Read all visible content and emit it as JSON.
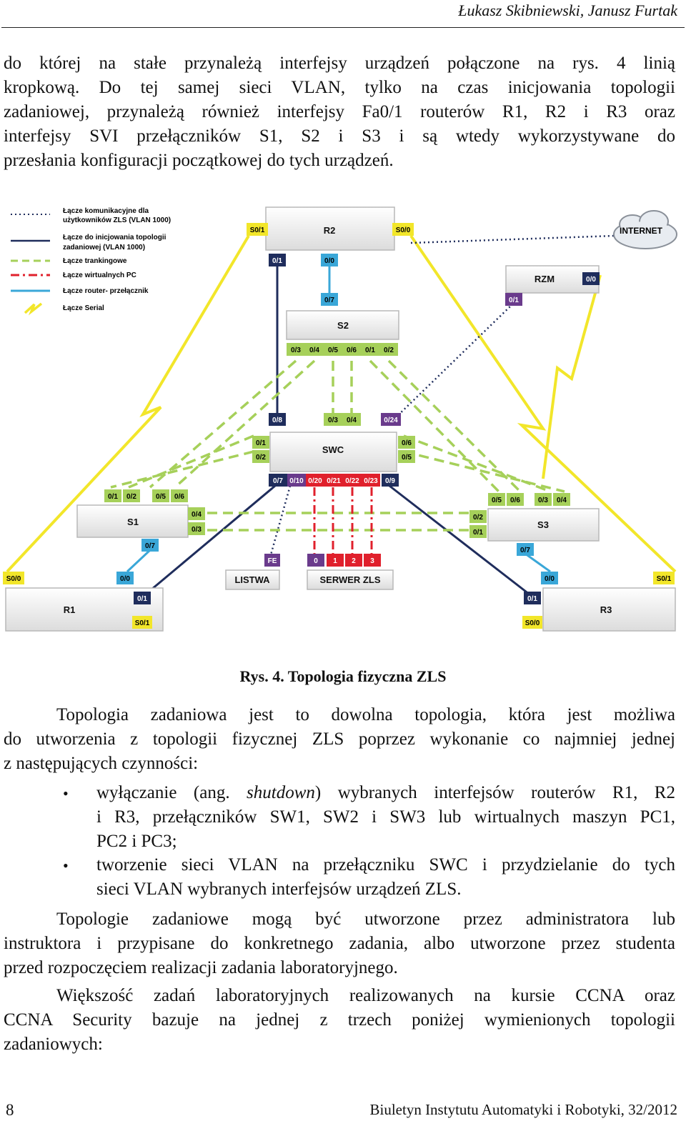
{
  "header": {
    "authors": "Łukasz Skibniewski, Janusz Furtak"
  },
  "intro_lines": [
    "do której na stałe przynależą interfejsy urządzeń połączone na rys. 4 linią",
    "kropkową. Do tej samej sieci VLAN, tylko na czas inicjowania topologii",
    "zadaniowej, przynależą również interfejsy Fa0/1 routerów R1, R2 i R3 oraz",
    "interfejsy SVI przełączników S1, S2 i S3 i są wtedy wykorzystywane do",
    "przesłania konfiguracji początkowej do tych urządzeń."
  ],
  "figure": {
    "legend": [
      {
        "label1": "Łącze komunikacyjne dla",
        "label2": "użytkowników ZLS (VLAN 1000)",
        "style": "dotted",
        "color": "#1f2d5c"
      },
      {
        "label1": "Łącze do inicjowania topologii",
        "label2": "zadaniowej (VLAN 1000)",
        "style": "solid",
        "color": "#1f2d5c"
      },
      {
        "label1": "Łącze trankingowe",
        "label2": "",
        "style": "dashed",
        "color": "#a6d05a"
      },
      {
        "label1": "Łącze wirtualnych PC",
        "label2": "",
        "style": "dashdot",
        "color": "#e0202c"
      },
      {
        "label1": "Łącze router- przełącznik",
        "label2": "",
        "style": "solid",
        "color": "#3aa7d8"
      },
      {
        "label1": "Łącze Serial",
        "label2": "",
        "style": "zigzag",
        "color": "#f2e62a"
      }
    ],
    "devices": {
      "r2": "R2",
      "s2": "S2",
      "swc": "SWC",
      "s1": "S1",
      "s3": "S3",
      "r1": "R1",
      "r3": "R3",
      "rzm": "RZM",
      "listwa": "LISTWA",
      "serwer": "SERWER ZLS",
      "internet": "INTERNET"
    },
    "ports": {
      "r2_s01": "S0/1",
      "r2_s00": "S0/0",
      "r2_01": "0/1",
      "r2_00": "0/0",
      "s2_07": "0/7",
      "s2_bottom": [
        "0/3",
        "0/4",
        "0/5",
        "0/6",
        "0/1",
        "0/2"
      ],
      "swc_top": [
        "0/8",
        "0/3",
        "0/4",
        "0/24"
      ],
      "swc_left": [
        "0/1",
        "0/2"
      ],
      "swc_right": [
        "0/6",
        "0/5"
      ],
      "swc_bottom": [
        "0/7",
        "0/10",
        "0/20",
        "0/21",
        "0/22",
        "0/23",
        "0/9"
      ],
      "s1_top": [
        "0/1",
        "0/2",
        "0/5",
        "0/6"
      ],
      "s1_right": [
        "0/4",
        "0/3"
      ],
      "s1_07": "0/7",
      "s3_top": [
        "0/5",
        "0/6",
        "0/3",
        "0/4"
      ],
      "s3_left": [
        "0/2",
        "0/1"
      ],
      "s3_07": "0/7",
      "rzm_00": "0/0",
      "rzm_01": "0/1",
      "listwa_fe": "FE",
      "serwer": [
        "0",
        "1",
        "2",
        "3"
      ],
      "r1_s00": "S0/0",
      "r1_00": "0/0",
      "r1_01": "0/1",
      "r1_s01": "S0/1",
      "r3_00": "0/0",
      "r3_s01": "S0/1",
      "r3_01": "0/1",
      "r3_s00": "S0/0"
    },
    "caption": "Rys. 4. Topologia fizyczna ZLS"
  },
  "para2_lines": [
    "Topologia zadaniowa jest to dowolna topologia, która jest możliwa",
    "do utworzenia z topologii fizycznej ZLS poprzez wykonanie co najmniej jednej",
    "z następujących czynności:"
  ],
  "bullet_symbol": "•",
  "bullets": [
    {
      "lines": [
        "wyłączanie (ang. ",
        "shutdown",
        ") wybranych interfejsów routerów R1, R2",
        "i R3, przełączników SW1, SW2 i SW3 lub wirtualnych maszyn PC1,",
        "PC2 i PC3;"
      ]
    },
    {
      "lines": [
        "tworzenie sieci VLAN na przełączniku SWC i przydzielanie do tych",
        "sieci VLAN wybranych interfejsów urządzeń ZLS."
      ]
    }
  ],
  "para3_lines": [
    "Topologie zadaniowe mogą być utworzone przez administratora lub",
    "instruktora i przypisane do konkretnego zadania, albo utworzone przez studenta",
    "przed rozpoczęciem realizacji zadania laboratoryjnego."
  ],
  "para4_lines": [
    "Większość zadań laboratoryjnych realizowanych na kursie CCNA oraz",
    "CCNA Security bazuje na jednej z trzech poniżej wymienionych topologii",
    "zadaniowych:"
  ],
  "footer": {
    "page": "8",
    "journal": "Biuletyn Instytutu Automatyki i Robotyki, 32/2012"
  }
}
